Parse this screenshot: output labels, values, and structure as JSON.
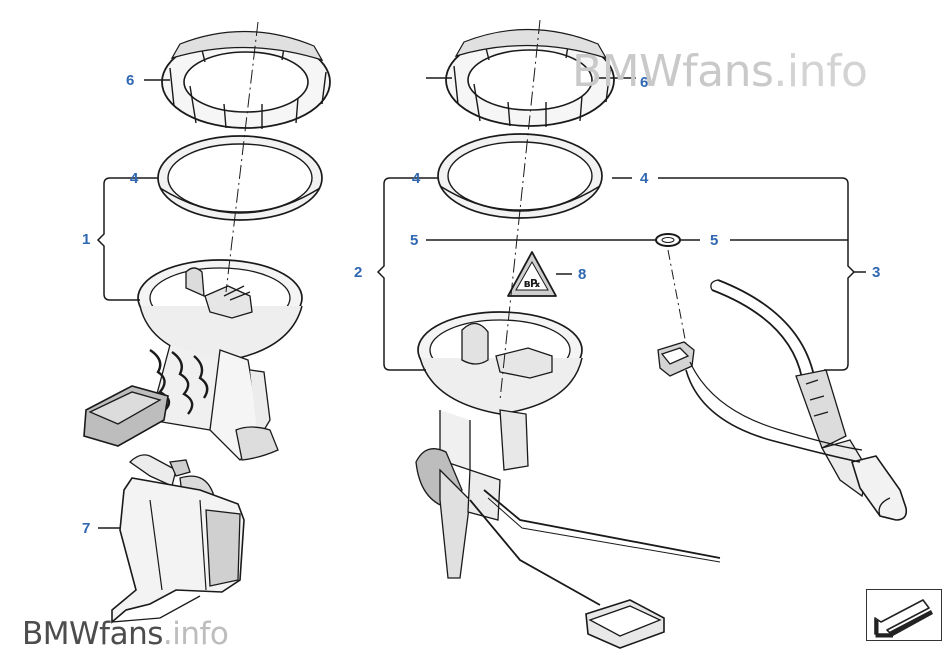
{
  "callouts": [
    {
      "id": "c1",
      "label": "1"
    },
    {
      "id": "c2",
      "label": "2"
    },
    {
      "id": "c3",
      "label": "3"
    },
    {
      "id": "c4a",
      "label": "4"
    },
    {
      "id": "c4b",
      "label": "4"
    },
    {
      "id": "c4c",
      "label": "4"
    },
    {
      "id": "c5a",
      "label": "5"
    },
    {
      "id": "c5b",
      "label": "5"
    },
    {
      "id": "c6a",
      "label": "6"
    },
    {
      "id": "c6b",
      "label": "6"
    },
    {
      "id": "c7",
      "label": "7"
    },
    {
      "id": "c8",
      "label": "8"
    }
  ],
  "watermark": {
    "brand": "BMWfans",
    "suffix": ".info"
  },
  "warning_symbol_text": "ʙ℞",
  "colors": {
    "callout": "#2f67b1",
    "line": "#1a1a1a",
    "part_fill": "#f4f4f4",
    "part_shade": "#bdbdbd"
  },
  "icons": {
    "nav": "return-arrow-icon"
  }
}
